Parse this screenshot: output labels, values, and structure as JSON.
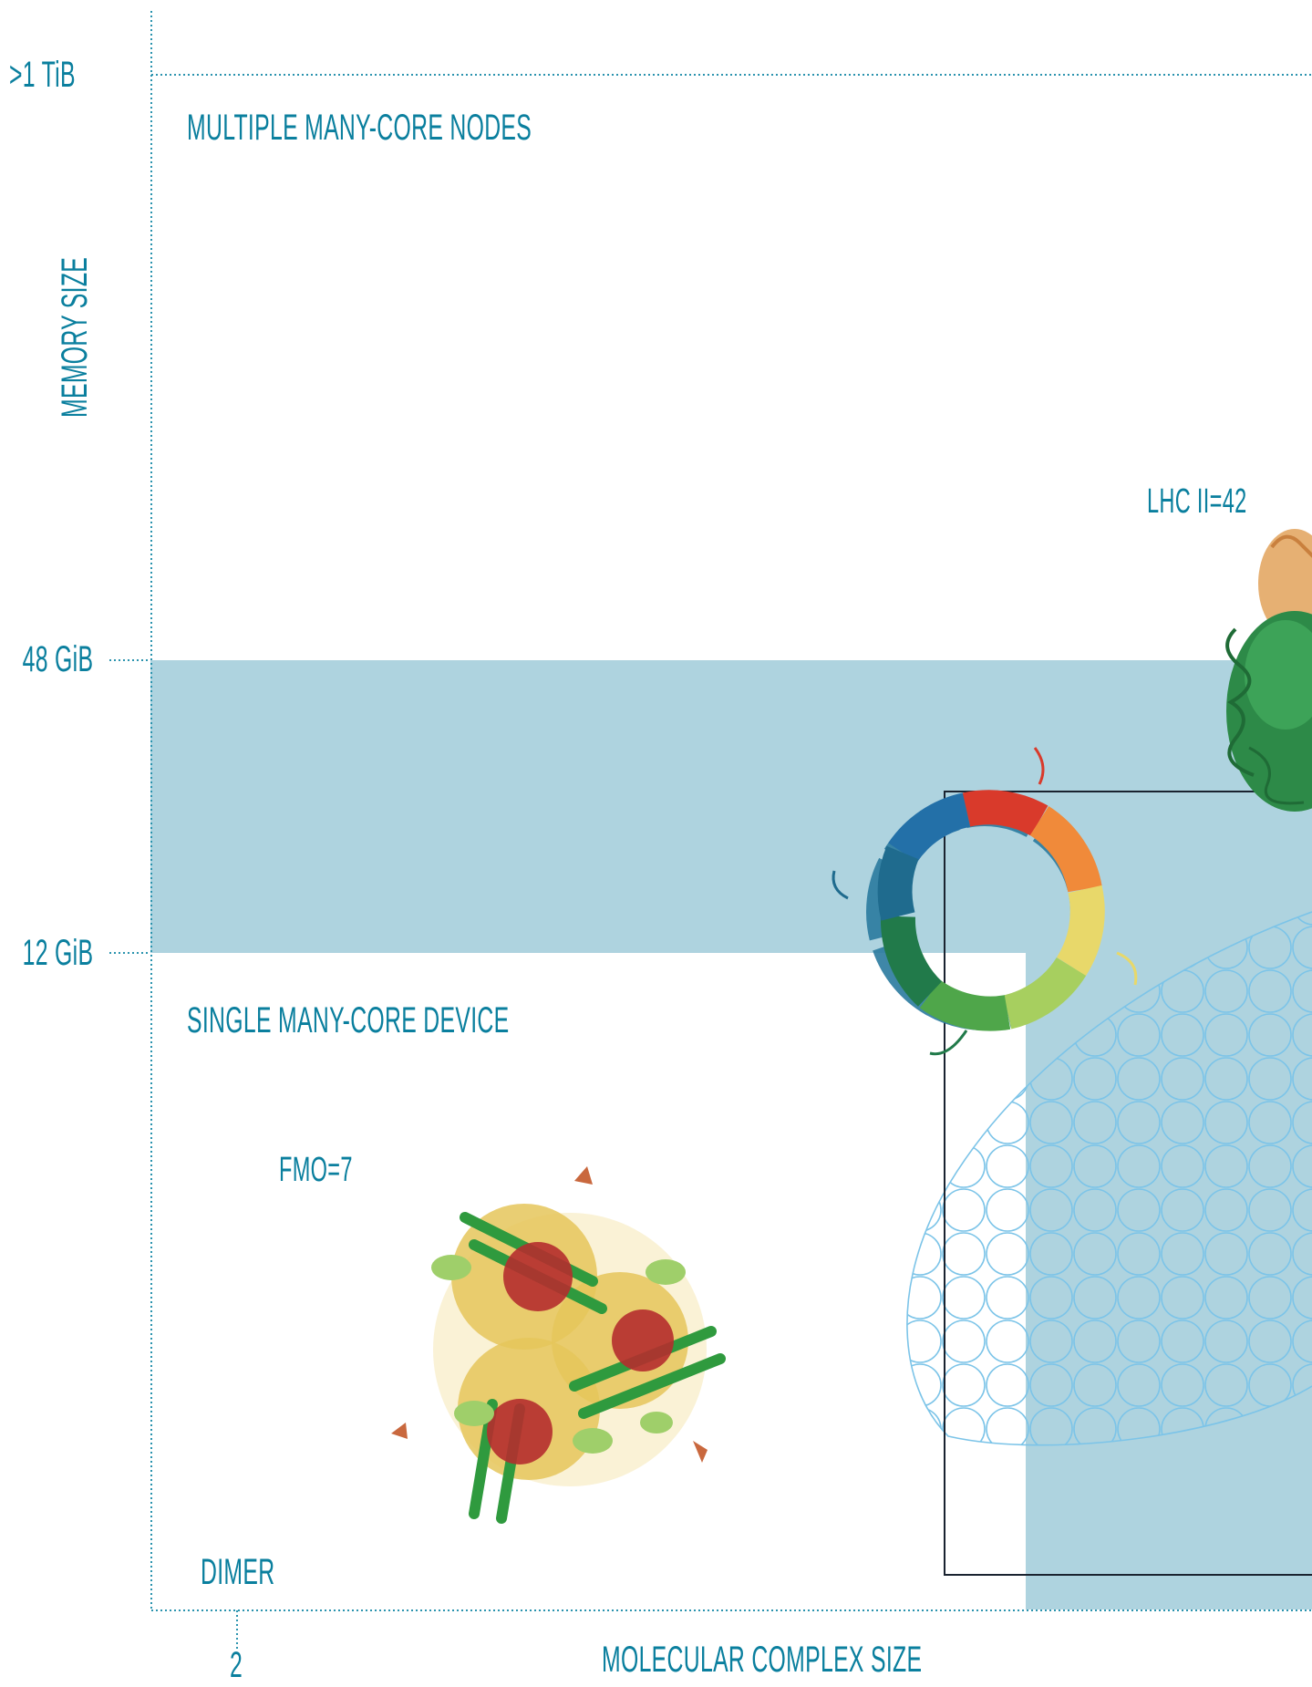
{
  "axes": {
    "y_title": "MEMORY SIZE",
    "x_title": "MOLECULAR COMPLEX SIZE",
    "y_ticks": [
      ">1 TiB",
      "48 GiB",
      "12 GiB"
    ],
    "x_ticks": [
      "2"
    ]
  },
  "regions": {
    "top": "MULTIPLE MANY-CORE NODES",
    "middle": "SINGLE MANY-CORE DEVICE",
    "bottom": "DIMER"
  },
  "complexes": [
    {
      "label": "FMO=7",
      "icon": "fmo-protein-structure-icon"
    },
    {
      "label": "LHC II=42",
      "icon": "lhc-ii-protein-structure-icon"
    },
    {
      "label": "",
      "icon": "ring-protein-complex-icon"
    }
  ],
  "colors": {
    "accent_text": "#0a7f9e",
    "band_fill": "#aed3df",
    "dotted_line": "#2a93ae",
    "frame_line": "#1a2330",
    "circle_pattern": "#7cc4e8"
  }
}
